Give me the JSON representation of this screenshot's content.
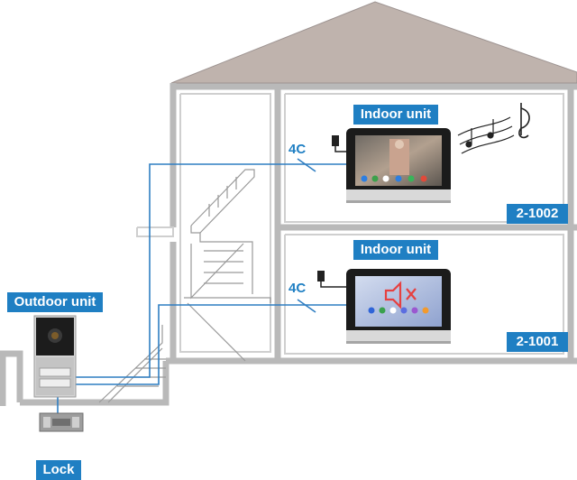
{
  "labels": {
    "outdoor_unit": "Outdoor unit",
    "lock": "Lock",
    "indoor_unit_upper": "Indoor unit",
    "indoor_unit_lower": "Indoor unit",
    "wire_upper": "4C",
    "wire_lower": "4C",
    "room_upper": "2-1002",
    "room_lower": "2-1001"
  },
  "colors": {
    "label_bg": "#1f7fc3",
    "wire": "#2f7ec2",
    "wall": "#b9b9b9",
    "roof": "#bfb3ad",
    "mute_icon": "#e64040"
  },
  "icons": [
    "music-notes-icon",
    "mute-speaker-icon",
    "power-adapter-icon"
  ]
}
